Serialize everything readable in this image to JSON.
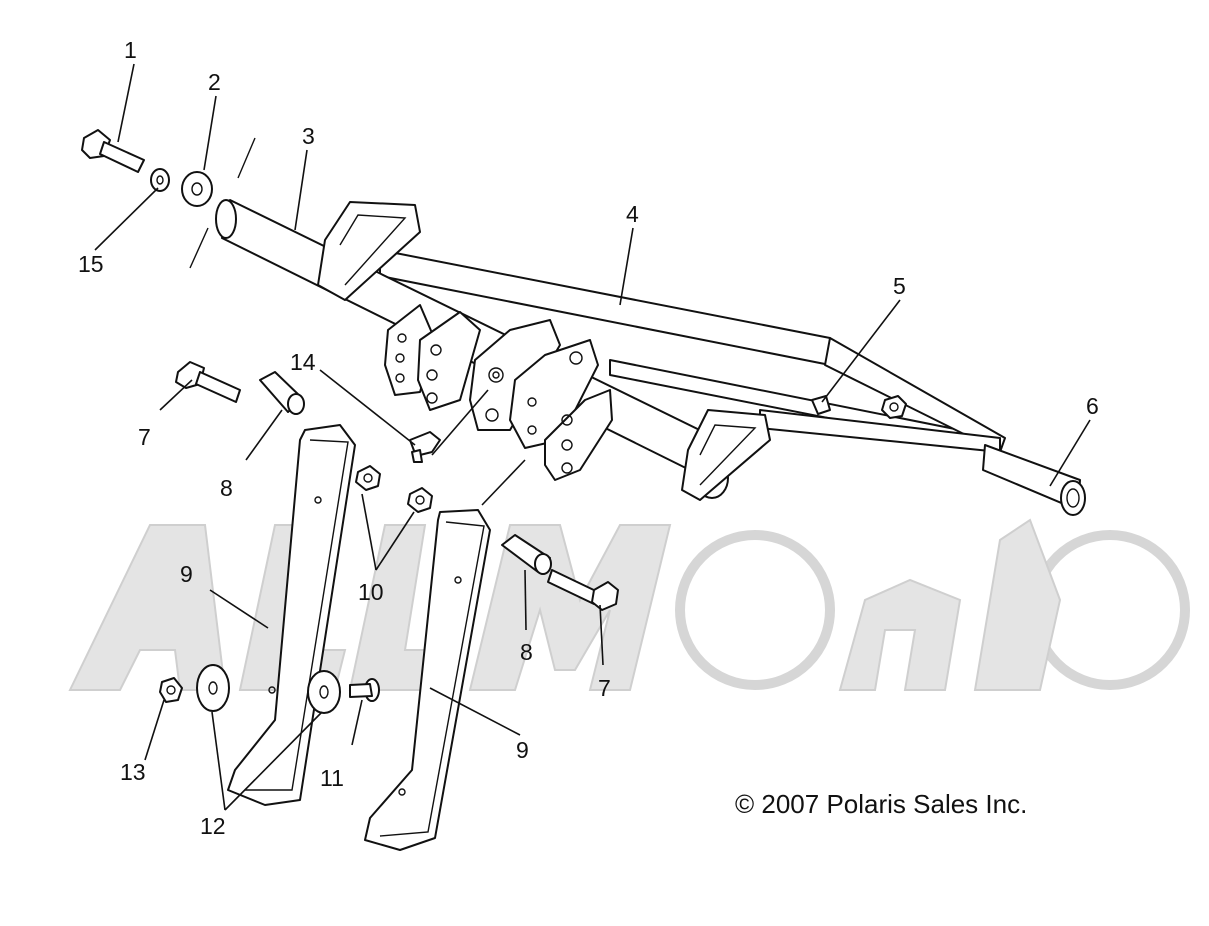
{
  "diagram": {
    "callouts": [
      {
        "id": "c1",
        "label": "1"
      },
      {
        "id": "c2",
        "label": "2"
      },
      {
        "id": "c3",
        "label": "3"
      },
      {
        "id": "c4",
        "label": "4"
      },
      {
        "id": "c5",
        "label": "5"
      },
      {
        "id": "c6",
        "label": "6"
      },
      {
        "id": "c7a",
        "label": "7"
      },
      {
        "id": "c7b",
        "label": "7"
      },
      {
        "id": "c8a",
        "label": "8"
      },
      {
        "id": "c8b",
        "label": "8"
      },
      {
        "id": "c9a",
        "label": "9"
      },
      {
        "id": "c9b",
        "label": "9"
      },
      {
        "id": "c10",
        "label": "10"
      },
      {
        "id": "c11",
        "label": "11"
      },
      {
        "id": "c12",
        "label": "12"
      },
      {
        "id": "c13",
        "label": "13"
      },
      {
        "id": "c14",
        "label": "14"
      },
      {
        "id": "c15",
        "label": "15"
      }
    ],
    "copyright": "© 2007 Polaris Sales Inc.",
    "watermark": "AllMoto"
  }
}
